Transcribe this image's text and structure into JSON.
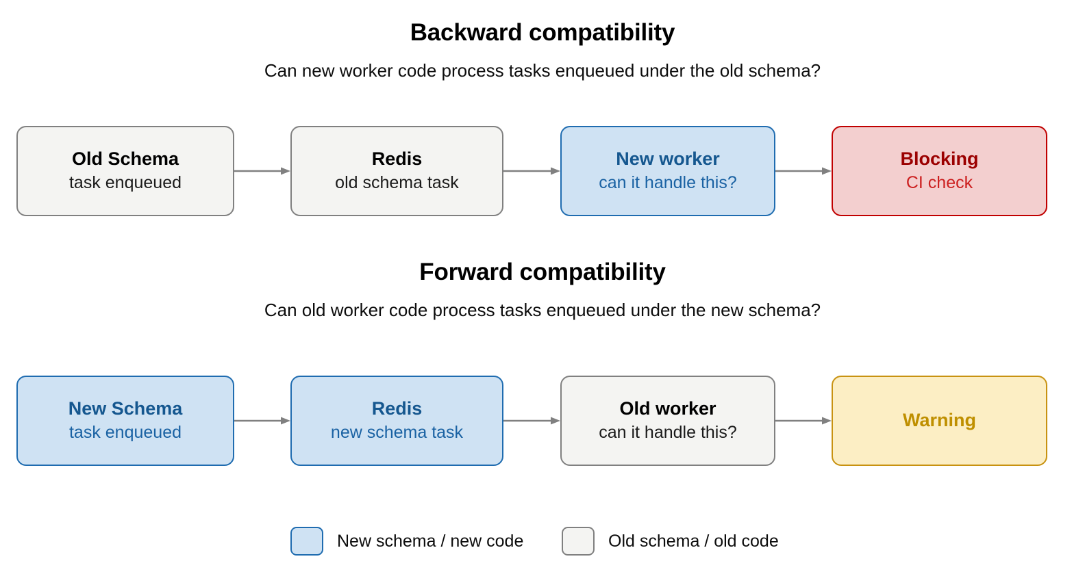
{
  "sections": [
    {
      "id": "backward",
      "title": "Backward compatibility",
      "subtitle": "Can new worker code process tasks enqueued under the old schema?",
      "nodes": [
        {
          "title": "Old Schema",
          "sub": "task enqueued",
          "variant": "grey"
        },
        {
          "title": "Redis",
          "sub": "old schema task",
          "variant": "grey"
        },
        {
          "title": "New worker",
          "sub": "can it handle this?",
          "variant": "blue"
        },
        {
          "title": "Blocking",
          "sub": "CI check",
          "variant": "red"
        }
      ]
    },
    {
      "id": "forward",
      "title": "Forward compatibility",
      "subtitle": "Can old worker code process tasks enqueued under the new schema?",
      "nodes": [
        {
          "title": "New Schema",
          "sub": "task enqueued",
          "variant": "blue"
        },
        {
          "title": "Redis",
          "sub": "new schema task",
          "variant": "blue"
        },
        {
          "title": "Old worker",
          "sub": "can it handle this?",
          "variant": "grey"
        },
        {
          "title": "Warning",
          "sub": "",
          "variant": "yellow"
        }
      ]
    }
  ],
  "legend": {
    "items": [
      {
        "label": "New schema / new code",
        "swatch": "blue"
      },
      {
        "label": "Old schema / old code",
        "swatch": "grey"
      }
    ]
  },
  "icons": {
    "arrow": "arrow-right-icon"
  },
  "colors": {
    "blue_fill": "#cfe2f3",
    "blue_stroke": "#1f6cb0",
    "blue_text": "#15578f",
    "grey_fill": "#f4f4f2",
    "grey_stroke": "#808080",
    "red_fill": "#f3cfcf",
    "red_stroke": "#c00000",
    "red_text": "#9b0000",
    "yellow_fill": "#fceec4",
    "yellow_stroke": "#c89211",
    "yellow_text": "#bf8f00",
    "arrow_color": "#808080",
    "background": "#ffffff"
  }
}
